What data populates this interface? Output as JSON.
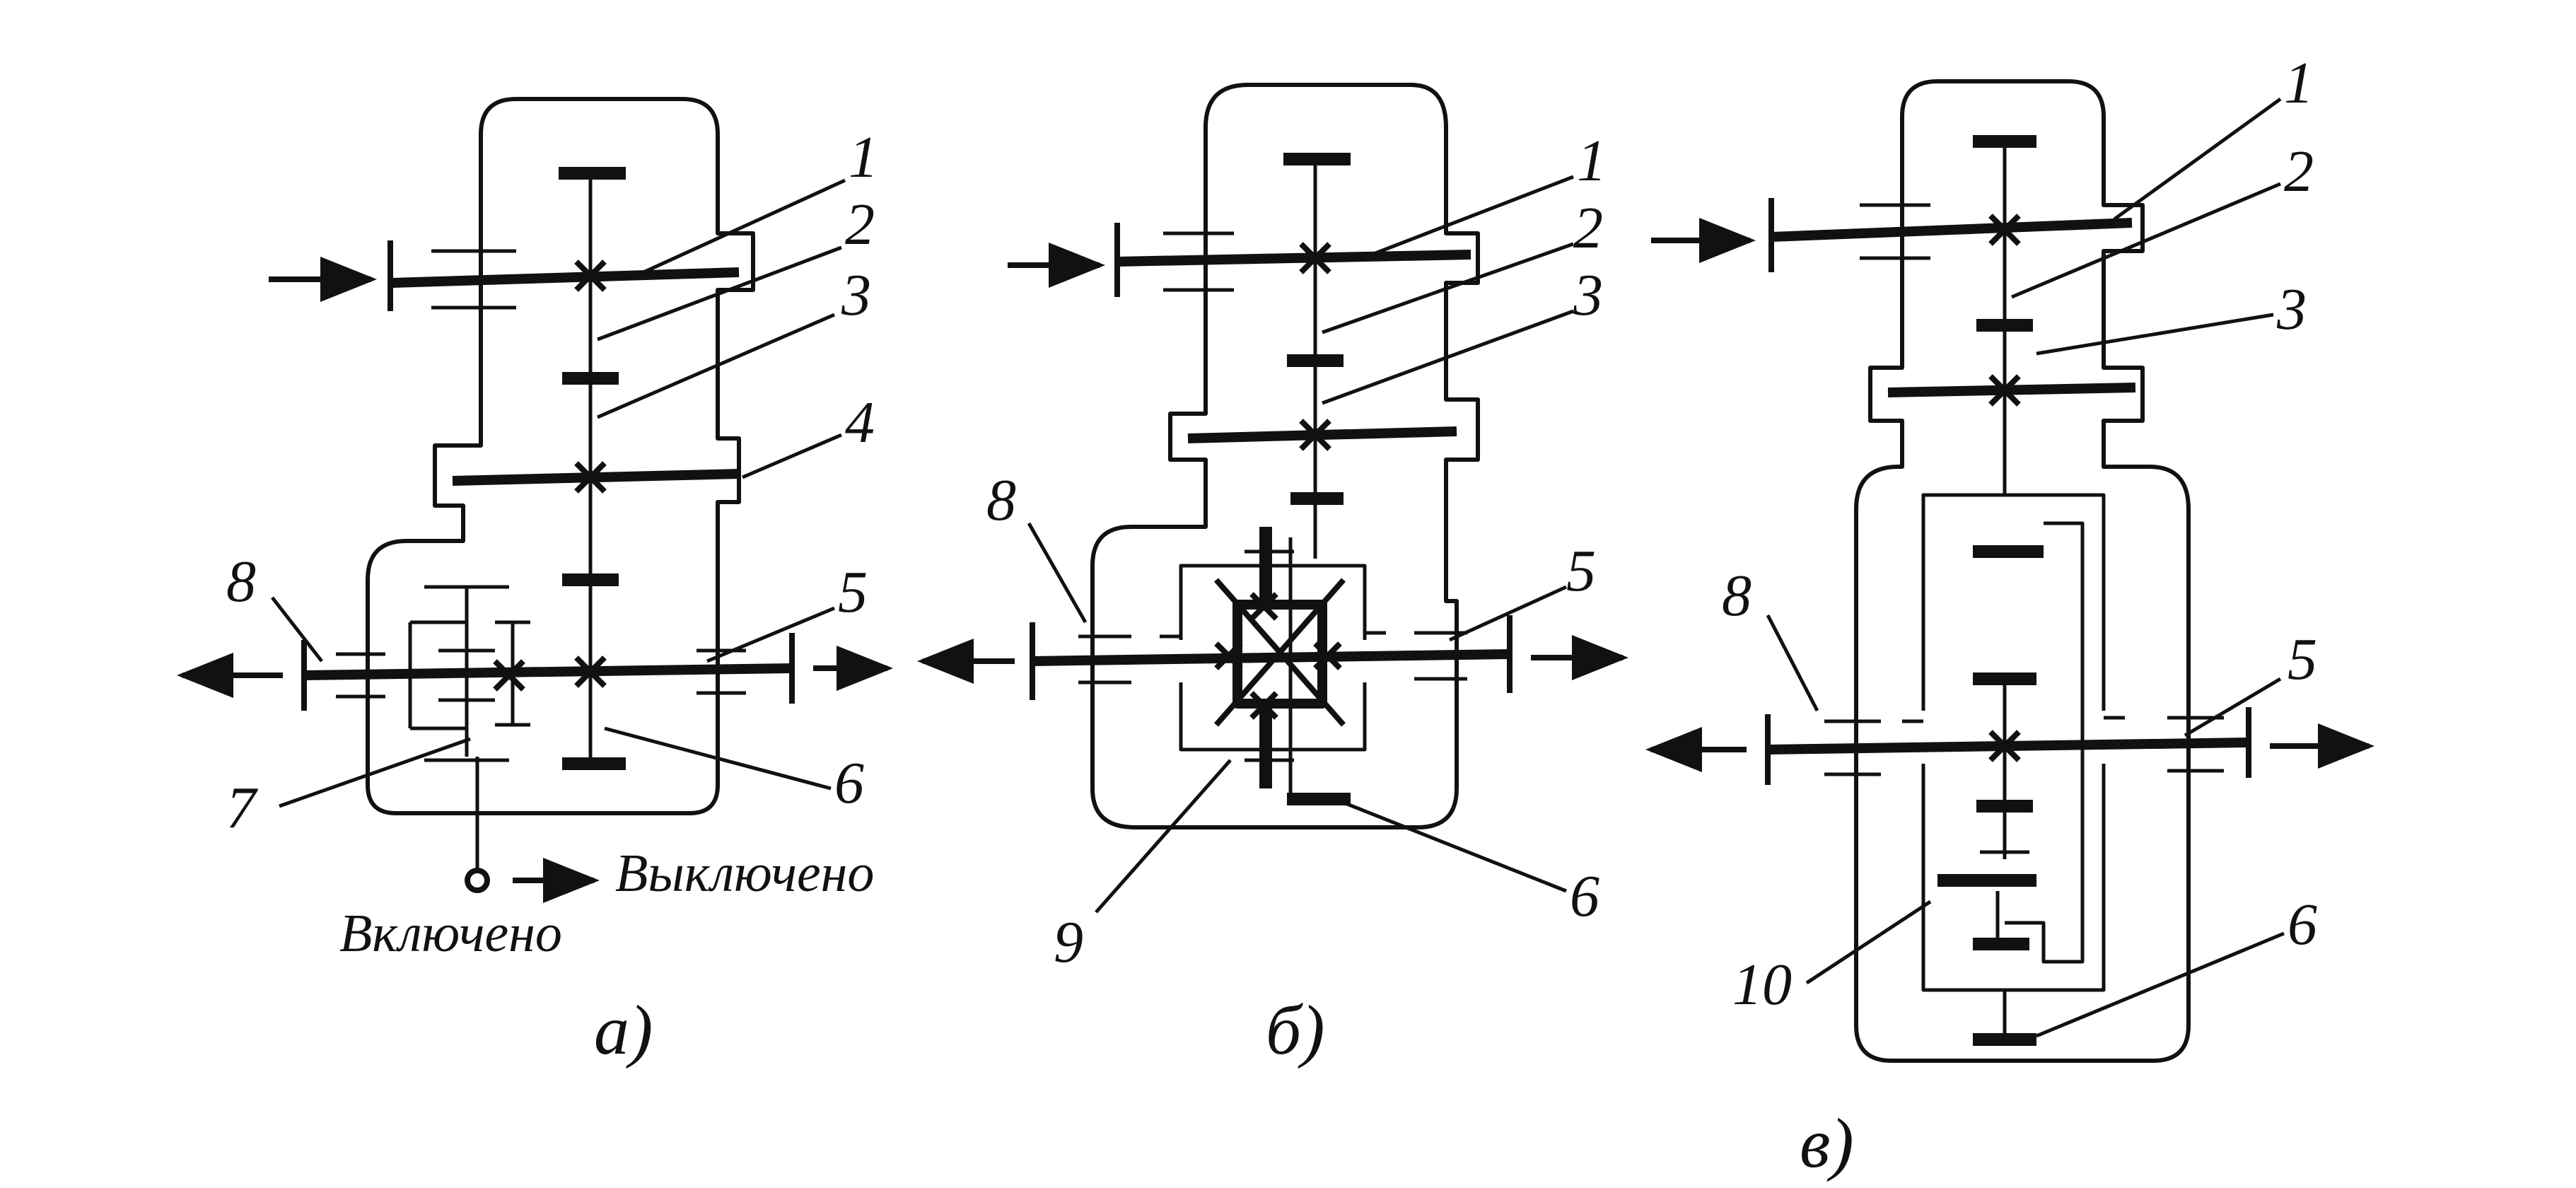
{
  "diagrams": [
    {
      "caption": "а)",
      "callouts": [
        "1",
        "2",
        "3",
        "4",
        "5",
        "6",
        "7",
        "8"
      ],
      "state_off": "Выключено",
      "state_on": "Включено"
    },
    {
      "caption": "б)",
      "callouts": [
        "1",
        "2",
        "3",
        "5",
        "6",
        "8",
        "9"
      ]
    },
    {
      "caption": "в)",
      "callouts": [
        "1",
        "2",
        "3",
        "5",
        "6",
        "8",
        "10"
      ]
    }
  ]
}
